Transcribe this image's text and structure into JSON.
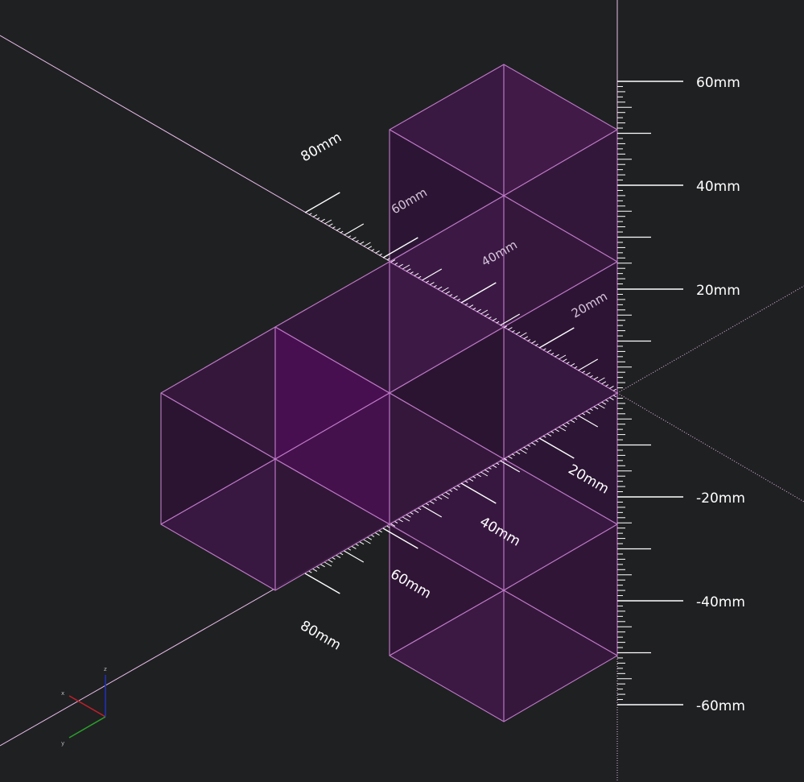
{
  "colors": {
    "background": "#1f2022",
    "faceStroke": "#c07ac8",
    "axisLine": "#e9bce8",
    "axisDotted": "#e9bce8",
    "tick": "#ffffff"
  },
  "axes": {
    "vertical": {
      "labels": [
        "60mm",
        "40mm",
        "20mm",
        "-20mm",
        "-40mm",
        "-60mm"
      ]
    },
    "x_axis_back": {
      "labels": [
        "20mm",
        "40mm",
        "60mm",
        "80mm"
      ]
    },
    "x_axis_front": {
      "labels": [
        "20mm",
        "40mm",
        "60mm",
        "80mm"
      ]
    }
  },
  "gizmo": {
    "x_label": "x",
    "y_label": "y",
    "z_label": "z"
  },
  "faces": [
    {
      "name": "top-cube-top-left",
      "pts": [
        [
          484,
          161
        ],
        [
          626,
          80
        ],
        [
          626,
          243
        ]
      ],
      "fill": "#3c1845"
    },
    {
      "name": "top-cube-top-right",
      "pts": [
        [
          626,
          80
        ],
        [
          767,
          161
        ],
        [
          626,
          243
        ]
      ],
      "fill": "#441a4c"
    },
    {
      "name": "top-cube-left",
      "pts": [
        [
          484,
          161
        ],
        [
          626,
          243
        ],
        [
          484,
          325
        ]
      ],
      "fill": "#2e1536"
    },
    {
      "name": "top-cube-right",
      "pts": [
        [
          626,
          243
        ],
        [
          767,
          161
        ],
        [
          767,
          325
        ]
      ],
      "fill": "#35173d"
    },
    {
      "name": "top-cube-bottom-left",
      "pts": [
        [
          484,
          325
        ],
        [
          626,
          243
        ],
        [
          626,
          406
        ]
      ],
      "fill": "#3e1948"
    },
    {
      "name": "top-cube-bottom-right",
      "pts": [
        [
          626,
          243
        ],
        [
          767,
          325
        ],
        [
          626,
          406
        ]
      ],
      "fill": "#37173f"
    },
    {
      "name": "mid-top-left",
      "pts": [
        [
          342,
          406
        ],
        [
          484,
          325
        ],
        [
          484,
          488
        ]
      ],
      "fill": "#34163c"
    },
    {
      "name": "mid-top-center",
      "pts": [
        [
          484,
          325
        ],
        [
          626,
          406
        ],
        [
          484,
          488
        ]
      ],
      "fill": "#401a4a"
    },
    {
      "name": "mid-top-right",
      "pts": [
        [
          626,
          406
        ],
        [
          767,
          488
        ],
        [
          626,
          570
        ]
      ],
      "fill": "#3a1843"
    },
    {
      "name": "mid-top-right-b",
      "pts": [
        [
          626,
          406
        ],
        [
          767,
          325
        ],
        [
          767,
          488
        ]
      ],
      "fill": "#2f1437"
    },
    {
      "name": "mid-center-right",
      "pts": [
        [
          484,
          488
        ],
        [
          626,
          406
        ],
        [
          626,
          570
        ]
      ],
      "fill": "#2c1333"
    },
    {
      "name": "left-cube-top",
      "pts": [
        [
          200,
          488
        ],
        [
          342,
          406
        ],
        [
          342,
          570
        ]
      ],
      "fill": "#37173f"
    },
    {
      "name": "left-cube-front",
      "pts": [
        [
          342,
          406
        ],
        [
          484,
          488
        ],
        [
          342,
          570
        ]
      ],
      "fill": "#4c0e55"
    },
    {
      "name": "left-cube-left",
      "pts": [
        [
          200,
          488
        ],
        [
          342,
          570
        ],
        [
          200,
          651
        ]
      ],
      "fill": "#2c1434"
    },
    {
      "name": "left-cube-bottom",
      "pts": [
        [
          200,
          651
        ],
        [
          342,
          570
        ],
        [
          342,
          733
        ]
      ],
      "fill": "#3b1744"
    },
    {
      "name": "center-front-a",
      "pts": [
        [
          342,
          570
        ],
        [
          484,
          488
        ],
        [
          484,
          651
        ]
      ],
      "fill": "#481050"
    },
    {
      "name": "center-front-b",
      "pts": [
        [
          342,
          570
        ],
        [
          484,
          651
        ],
        [
          342,
          733
        ]
      ],
      "fill": "#33163b"
    },
    {
      "name": "center-lower",
      "pts": [
        [
          484,
          488
        ],
        [
          626,
          570
        ],
        [
          484,
          651
        ]
      ],
      "fill": "#36173e"
    },
    {
      "name": "right-lower-a",
      "pts": [
        [
          626,
          570
        ],
        [
          767,
          488
        ],
        [
          767,
          651
        ]
      ],
      "fill": "#2f1537"
    },
    {
      "name": "right-lower-b",
      "pts": [
        [
          484,
          651
        ],
        [
          626,
          570
        ],
        [
          626,
          733
        ]
      ],
      "fill": "#3a1742"
    },
    {
      "name": "right-lower-c",
      "pts": [
        [
          626,
          570
        ],
        [
          767,
          651
        ],
        [
          626,
          733
        ]
      ],
      "fill": "#3b1844"
    },
    {
      "name": "bottom-cube-left",
      "pts": [
        [
          484,
          651
        ],
        [
          626,
          733
        ],
        [
          484,
          814
        ]
      ],
      "fill": "#321538"
    },
    {
      "name": "bottom-cube-right",
      "pts": [
        [
          626,
          733
        ],
        [
          767,
          651
        ],
        [
          767,
          814
        ]
      ],
      "fill": "#331539"
    },
    {
      "name": "bottom-cube-bottom-l",
      "pts": [
        [
          484,
          814
        ],
        [
          626,
          733
        ],
        [
          626,
          896
        ]
      ],
      "fill": "#3e1947"
    },
    {
      "name": "bottom-cube-bottom-r",
      "pts": [
        [
          626,
          733
        ],
        [
          767,
          814
        ],
        [
          626,
          896
        ]
      ],
      "fill": "#37173f"
    }
  ]
}
